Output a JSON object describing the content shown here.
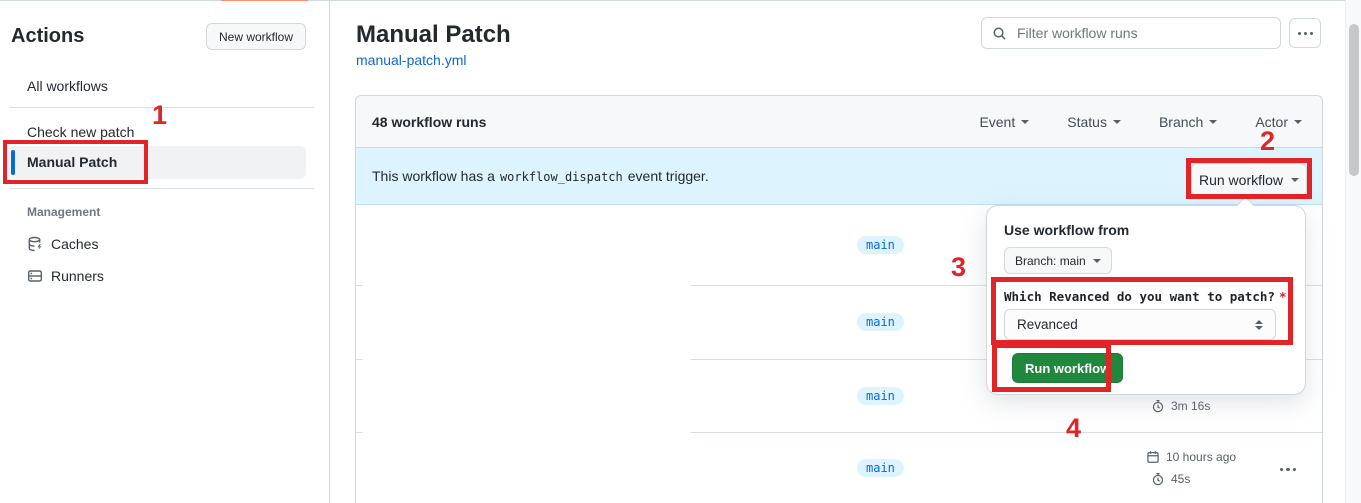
{
  "sidebar": {
    "title": "Actions",
    "new_workflow_button": "New workflow",
    "all_workflows": "All workflows",
    "workflows": [
      {
        "label": "Check new patch",
        "selected": false
      },
      {
        "label": "Manual Patch",
        "selected": true
      }
    ],
    "management_header": "Management",
    "management_items": [
      {
        "label": "Caches",
        "icon": "cache-database-icon"
      },
      {
        "label": "Runners",
        "icon": "runners-server-icon"
      }
    ]
  },
  "main": {
    "title": "Manual Patch",
    "file_link": "manual-patch.yml",
    "search_placeholder": "Filter workflow runs"
  },
  "runs": {
    "count": "48 workflow runs",
    "filters": [
      "Event",
      "Status",
      "Branch",
      "Actor"
    ],
    "banner": {
      "text_before": "This workflow has a",
      "code": "workflow_dispatch",
      "text_after": "event trigger.",
      "run_workflow_button": "Run workflow"
    },
    "rows": [
      {
        "branch": "main"
      },
      {
        "branch": "main"
      },
      {
        "branch": "main",
        "duration": "3m 16s"
      },
      {
        "branch": "main",
        "date": "10 hours ago",
        "duration": "45s"
      }
    ]
  },
  "dropdown": {
    "title": "Use workflow from",
    "branch_button": "Branch: main",
    "input_label": "Which Revanced do you want to patch?",
    "required_mark": "*",
    "select_value": "Revanced",
    "run_button": "Run workflow"
  },
  "annotations": {
    "color": "#e02428",
    "step1": "1",
    "step2": "2",
    "step3": "3",
    "step4": "4"
  },
  "colors": {
    "accent_blue": "#0969da",
    "banner_bg": "#ddf4ff",
    "green_button": "#1f883d",
    "annotation_red": "#e02428",
    "tab_indicator_orange": "#fd8c73"
  }
}
